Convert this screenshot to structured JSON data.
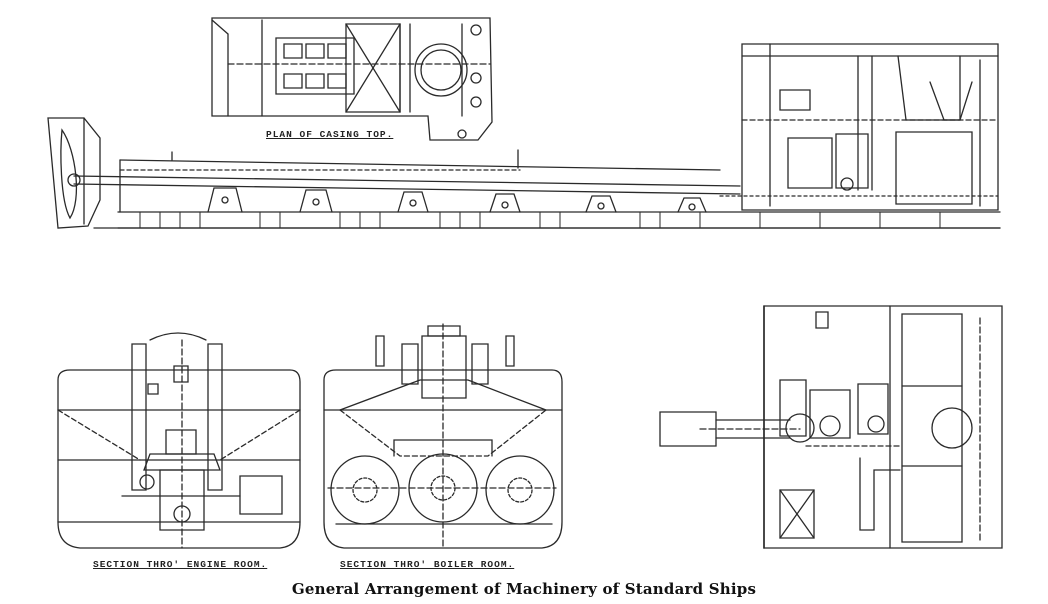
{
  "caption": "General Arrangement of Machinery of Standard Ships",
  "labels": {
    "plan_casing_top": "PLAN OF CASING TOP.",
    "section_engine_room": "SECTION THRO' ENGINE ROOM.",
    "section_boiler_room": "SECTION THRO' BOILER ROOM."
  },
  "colors": {
    "ink": "#2a2a2a",
    "paper": "#ffffff"
  }
}
